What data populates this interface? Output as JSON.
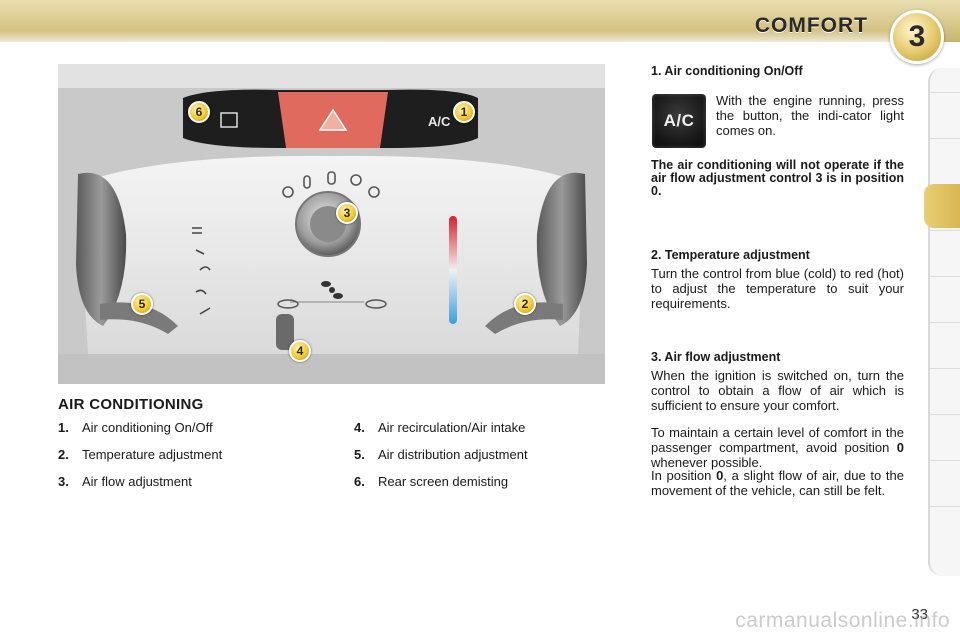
{
  "header": {
    "title": "COMFORT",
    "chapter": "3"
  },
  "photo": {
    "markers": [
      "1",
      "2",
      "3",
      "4",
      "5",
      "6"
    ],
    "ac_label": "A/C"
  },
  "left": {
    "heading": "AIR CONDITIONING",
    "items": [
      {
        "num": "1.",
        "text": "Air conditioning On/Off"
      },
      {
        "num": "2.",
        "text": "Temperature adjustment"
      },
      {
        "num": "3.",
        "text": "Air flow adjustment"
      },
      {
        "num": "4.",
        "text": "Air recirculation/Air intake"
      },
      {
        "num": "5.",
        "text": "Air distribution adjustment"
      },
      {
        "num": "6.",
        "text": "Rear screen demisting"
      }
    ]
  },
  "right": {
    "s1_title": "1. Air conditioning On/Off",
    "ac_button_label": "A/C",
    "s1_text": "With the engine running, press the button, the indi-cator light comes on.",
    "s1_note": "The air conditioning will not operate if the air flow adjustment control 3 is in position 0.",
    "s2_title": "2. Temperature adjustment",
    "s2_text": "Turn the control from blue (cold) to red (hot) to adjust the temperature to suit your requirements.",
    "s3_title": "3. Air flow adjustment",
    "s3_text1": "When the ignition is switched on, turn the control to obtain a flow of air which is sufficient to ensure your comfort.",
    "s3_text2_a": "To maintain a certain level of comfort in the passenger compartment, avoid position ",
    "s3_text2_b": "0",
    "s3_text2_c": " whenever possible.",
    "s3_text3_a": "In position ",
    "s3_text3_b": "0",
    "s3_text3_c": ", a slight flow of air, due to the movement of the vehicle, can still be felt."
  },
  "footer": {
    "page_number": "33",
    "watermark": "carmanualsonline.info"
  },
  "colors": {
    "header": "#d8c78a",
    "badge": "#e5c86a",
    "marker": "#f1c52a",
    "active_tab": "#e0c262"
  }
}
